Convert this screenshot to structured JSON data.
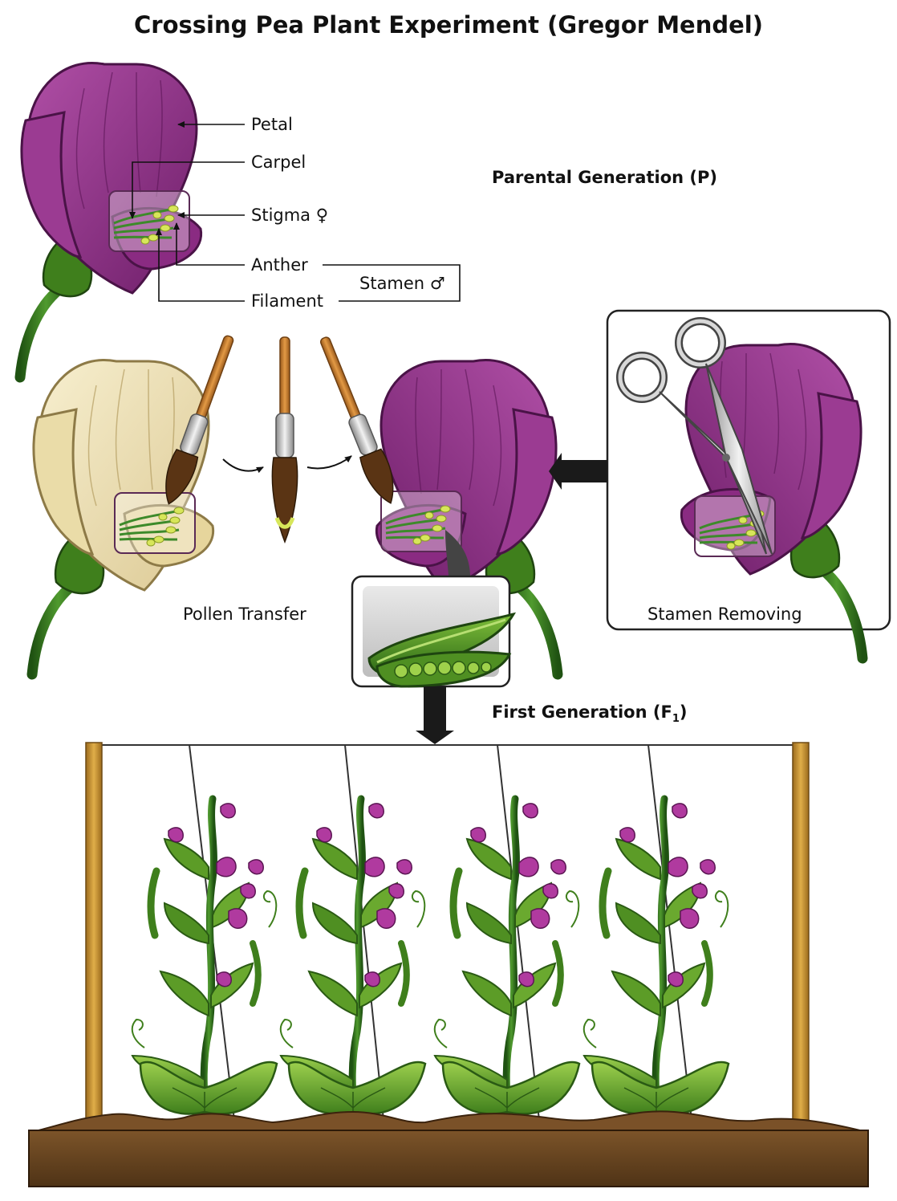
{
  "title": "Crossing Pea Plant Experiment (Gregor Mendel)",
  "flower_parts": {
    "petal": "Petal",
    "carpel": "Carpel",
    "stigma": "Stigma",
    "stigma_symbol": "♀",
    "anther": "Anther",
    "filament": "Filament",
    "stamen": "Stamen",
    "stamen_symbol": "♂"
  },
  "sections": {
    "parental": "Parental Generation (P)",
    "pollen_transfer": "Pollen Transfer",
    "stamen_removing": "Stamen Removing",
    "first_generation_prefix": "First Generation (F",
    "first_generation_sub": "1",
    "first_generation_suffix": ")"
  },
  "colors": {
    "purple_petal": "#8e2a86",
    "cream_petal": "#efe2b4",
    "leaf_green": "#5f9a2a",
    "stem_green": "#2f6b1a",
    "soil": "#6e4a23",
    "post": "#c9962f"
  },
  "icons": [
    "paintbrush-icon",
    "scissors-icon",
    "pea-pod-icon",
    "pea-plant-icon"
  ]
}
